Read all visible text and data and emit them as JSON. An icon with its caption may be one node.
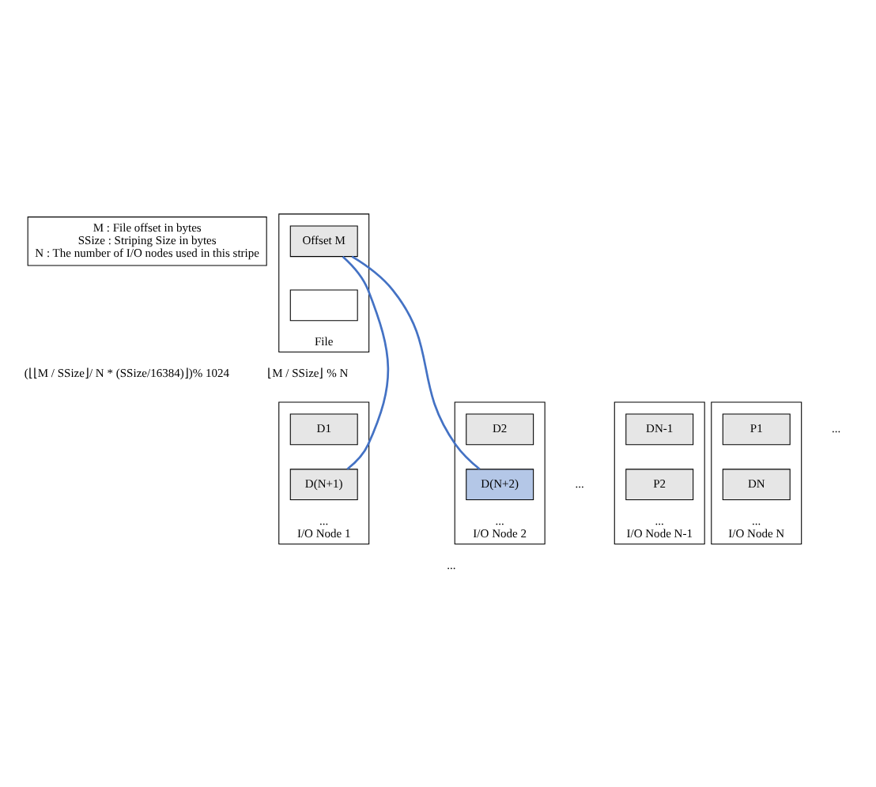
{
  "diagram": {
    "nodes": [
      {
        "text": [
          "M : File offset in bytes",
          "SSize : Striping Size in bytes",
          "N : The number of I/O nodes used in this stripe"
        ]
      },
      {
        "text": [
          "File"
        ]
      },
      {
        "text": [
          "Offset M"
        ],
        "in": 1
      },
      {
        "text": [],
        "shape": "box",
        "in": 1
      },
      {
        "text": [
          "...",
          "I/O Node 1"
        ]
      },
      {
        "text": [
          "D1"
        ],
        "in": 4
      },
      {
        "text": [
          "D(N+1)"
        ],
        "in": 4
      },
      {
        "text": [
          "...",
          "I/O Node 2"
        ]
      },
      {
        "text": [
          "D2"
        ],
        "in": 7
      },
      {
        "text": [
          "D(N+2)"
        ],
        "in": 7
      },
      {
        "text": [
          "...",
          "I/O Node N-1"
        ]
      },
      {
        "text": [
          "DN-1"
        ],
        "in": 10
      },
      {
        "text": [
          "P2"
        ],
        "in": 10
      },
      {
        "text": [
          "...",
          "I/O Node N"
        ]
      },
      {
        "text": [
          "P1"
        ],
        "in": 13
      },
      {
        "text": [
          "DN"
        ],
        "in": 13
      }
    ],
    "edges": [
      {
        "from": 2,
        "to": 6,
        "arrow": "none"
      },
      {
        "from": 2,
        "to": 9,
        "arrow": "none"
      }
    ],
    "labels": [
      "(⌊⌊M / SSize⌋/ N * (SSize/16384)⌋)% 1024",
      "⌊M / SSize⌋ % N",
      "...",
      "...",
      "..."
    ]
  }
}
